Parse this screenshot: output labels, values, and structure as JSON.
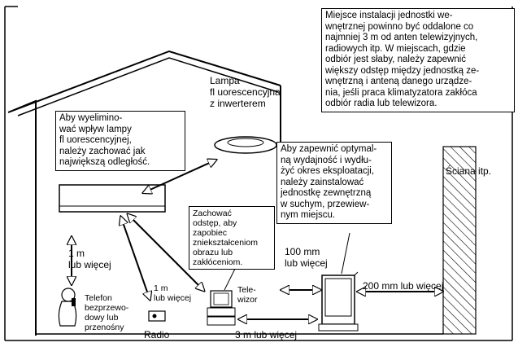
{
  "notes": {
    "install_distance": "Miejsce instalacji jednostki we-\nwnętrznej powinno być oddalone co\nnajmniej 3 m od anten telewizyjnych,\nradiowych itp. W miejscach, gdzie\nodbiór jest słaby, należy zapewnić\nwiększy odstęp między jednostką ze-\nwnętrzną i anteną danego urządze-\nnia, jeśli praca klimatyzatora zakłóca\nodbiór radia lub telewizora.",
    "lamp_distance": "Aby wyelimino-\nwać wpływ lampy\nfl uorescencyjnej,\nnależy zachować jak\nnajwiększą odległość.",
    "outdoor_unit": "Aby zapewnić optymal-\nną wydajność i wydłu-\nżyć okres eksploatacji,\nnależy zainstalować\njednostkę zewnętrzną\nw suchym, przewiew-\nnym miejscu.",
    "tv_distortion": "Zachować\nodstęp, aby\nzapobiec\nzniekształceniom\nobrazu lub\nzakłóceniom."
  },
  "labels": {
    "lamp": "Lampa\nfl uorescencyjna\nz inwerterem",
    "wall": "Ściana itp.",
    "one_m": "1 m\nlub więcej",
    "one_m_small": "1 m\nlub więcej",
    "phone": "Telefon\nbezprzewo-\ndowy lub\nprzenośny",
    "radio": "Radio",
    "tv": "Tele-\nwizor",
    "hundred_mm": "100 mm\nlub więcej",
    "two_hundred_mm": "200 mm lub więcej",
    "three_m": "3 m lub więcej"
  }
}
